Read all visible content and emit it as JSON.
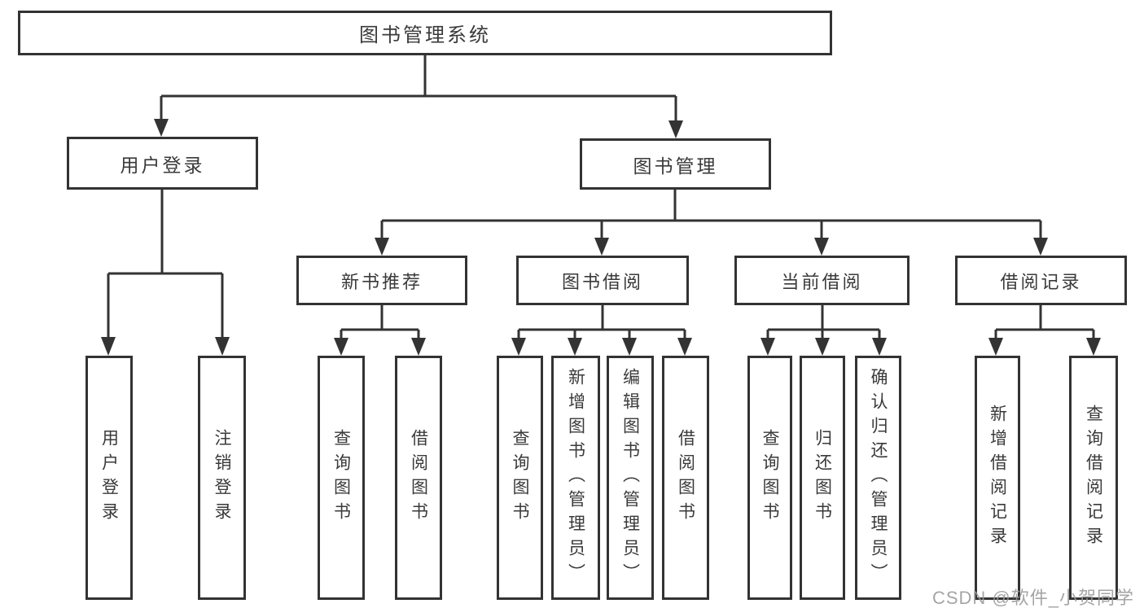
{
  "tree": {
    "root": {
      "label": "图书管理系统"
    },
    "branches": [
      {
        "label": "用户登录",
        "children": [
          {
            "label": "用户登录"
          },
          {
            "label": "注销登录"
          }
        ]
      },
      {
        "label": "图书管理",
        "children": [
          {
            "label": "新书推荐",
            "children": [
              {
                "label": "查询图书"
              },
              {
                "label": "借阅图书"
              }
            ]
          },
          {
            "label": "图书借阅",
            "children": [
              {
                "label": "查询图书"
              },
              {
                "label": "新增图书（管理员）"
              },
              {
                "label": "编辑图书（管理员）"
              },
              {
                "label": "借阅图书"
              }
            ]
          },
          {
            "label": "当前借阅",
            "children": [
              {
                "label": "查询图书"
              },
              {
                "label": "归还图书"
              },
              {
                "label": "确认归还（管理员）"
              }
            ]
          },
          {
            "label": "借阅记录",
            "children": [
              {
                "label": "新增借阅记录"
              },
              {
                "label": "查询借阅记录"
              }
            ]
          }
        ]
      }
    ]
  },
  "watermark": {
    "text": "CSDN @软件_小贺同学"
  },
  "colors": {
    "line": "#333333",
    "text": "#3a3a3a",
    "box_background": "#ffffff",
    "page_background": "#ffffff",
    "watermark": "#989898"
  }
}
